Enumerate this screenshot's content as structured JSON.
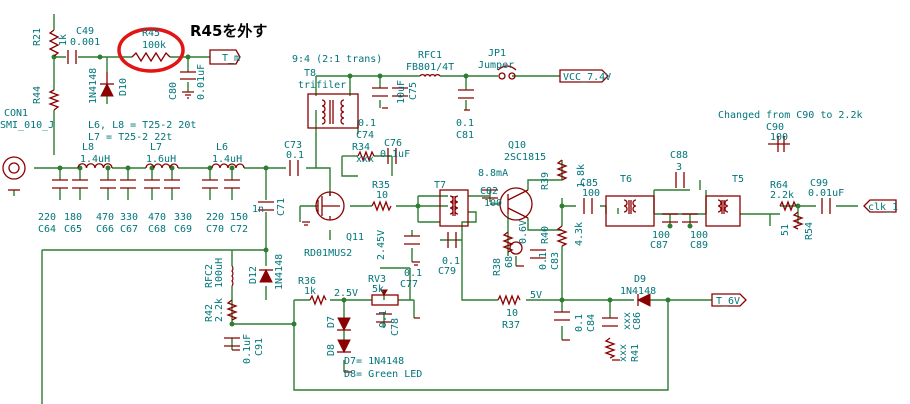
{
  "annotation": "R45を外す",
  "change_note": "Changed from C90 to 2.2k",
  "inductor_note_1": "L6, L8 = T25-2  20t",
  "inductor_note_2": "L7  = T25-2  22t",
  "diode_note_1": "D7= 1N4148",
  "diode_note_2": "D8= Green LED",
  "transformer_note": "9:4 (2:1 trans)",
  "labels": {
    "t_m": "T_m",
    "vcc": "VCC_7.4V",
    "clk": "clk_1",
    "t6v": "T_6V",
    "v245": "2.45V",
    "v25": "2.5V",
    "v5": "5V",
    "v06": "0.6V",
    "ma": "8.8mA"
  },
  "refs": {
    "r21": "R21",
    "r21v": "1k",
    "r44": "R44",
    "c49": "C49",
    "c49v": "0.001",
    "r45": "R45",
    "r45v": "100k",
    "d10": "D10",
    "d10v": "1N4148",
    "c80": "C80",
    "c80v": "0.01uF",
    "con1": "CON1",
    "con1v": "SMI_010_J",
    "l8": "L8",
    "l8v": "1.4uH",
    "l7": "L7",
    "l7v": "1.6uH",
    "l6": "L6",
    "l6v": "1.4uH",
    "c64v": "220",
    "c64": "C64",
    "c65v": "180",
    "c65": "C65",
    "c66v": "470",
    "c66": "C66",
    "c67v": "330",
    "c67": "C67",
    "c68v": "470",
    "c68": "C68",
    "c69v": "330",
    "c69": "C69",
    "c70v": "220",
    "c70": "C70",
    "c72v": "150",
    "c72": "C72",
    "c71": "C71",
    "c71v": "1n",
    "t8": "T8",
    "t8v": "trifiler",
    "c74": "C74",
    "c74v": "0.1",
    "c75": "C75",
    "c75v": "10uF",
    "rfc1": "RFC1",
    "rfc1v": "FB801/4T",
    "jp1": "JP1",
    "jp1v": "Jumper",
    "c81": "C81",
    "c81v": "0.1",
    "c73": "C73",
    "c73v": "0.1",
    "r34": "R34",
    "r34v": "xxx",
    "c76": "C76",
    "c76v": "0.1uF",
    "r35": "R35",
    "r35v": "10",
    "q11": "Q11",
    "q11v": "RD01MUS2",
    "c77": "C77",
    "c77v": "0.1",
    "c79": "C79",
    "c79v": "0.1",
    "t7": "T7",
    "c82": "C82",
    "c82v": "100",
    "q10": "Q10",
    "q10v": "2SC1815",
    "r39": "R39",
    "r39v": "1.8k",
    "r40": "R40",
    "r40v": "4.3k",
    "r38": "R38",
    "r38v": "68",
    "c83": "C83",
    "c83v": "0.1",
    "c85": "C85",
    "c85v": "100",
    "t6": "T6",
    "c88": "C88",
    "c88v": "3",
    "c87": "C87",
    "c87v": "100",
    "c89": "C89",
    "c89v": "100",
    "t5": "T5",
    "c90": "C90",
    "c90v": "100",
    "r64": "R64",
    "r64v": "2.2k",
    "c99": "C99",
    "c99v": "0.01uF",
    "r54": "R54",
    "r54v": "51",
    "rfc2": "RFC2",
    "rfc2v": "100uH",
    "d12": "D12",
    "d12v": "1N4148",
    "r42": "R42",
    "r42v": "2.2k",
    "c91": "C91",
    "c91v": "0.1uF",
    "r36": "R36",
    "r36v": "1k",
    "rv3": "RV3",
    "rv3v": "5k",
    "c78": "C78",
    "c78v": "0.1",
    "d7": "D7",
    "d8": "D8",
    "r37": "R37",
    "r37v": "10",
    "c84": "C84",
    "c84v": "0.1",
    "c86": "C86",
    "c86v": "xxx",
    "r41": "R41",
    "r41v": "xxx",
    "d9": "D9",
    "d9v": "1N4148"
  }
}
